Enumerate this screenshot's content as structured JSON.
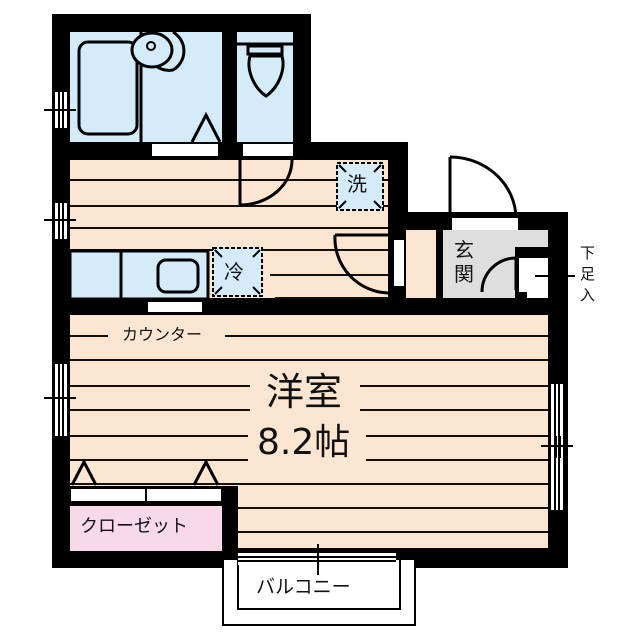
{
  "rooms": {
    "main_room": {
      "name": "洋室",
      "size": "8.2帖"
    },
    "closet": "クローゼット",
    "counter": "カウンター",
    "entrance": "玄\n関",
    "entrance_chars": [
      "玄",
      "関"
    ],
    "shoe_storage_chars": [
      "下",
      "足",
      "入"
    ],
    "balcony": "バルコニー"
  },
  "appliances": {
    "washer": "洗",
    "fridge": "冷"
  },
  "colors": {
    "wall": "#000000",
    "floor": "#fde6d1",
    "wet_area": "#d4ecf9",
    "entrance": "#dedede",
    "closet": "#f8d9e9"
  }
}
